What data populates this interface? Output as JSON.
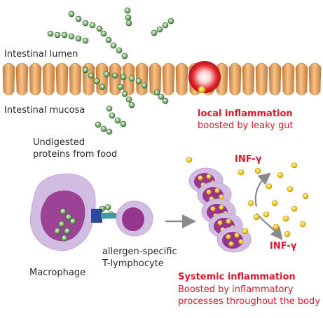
{
  "labels": {
    "lumen": "Intestinal lumen",
    "mucosa": "Intestinal mucosa",
    "local_title": "local inflammation",
    "local_sub": "boosted by leaky gut",
    "undigested_1": "Undigested",
    "undigested_2": "proteins from food",
    "inf_top": "INF-γ",
    "inf_bottom": "INF-γ",
    "macrophage": "Macrophage",
    "tcell_1": "allergen-specific",
    "tcell_2": "T-lymphocyte",
    "systemic_title": "Systemic inflammation",
    "systemic_sub_1": "Boosted by inflammatory",
    "systemic_sub_2": "processes throughout the body"
  },
  "colors": {
    "text": "#2b2b2b",
    "accent_red": "#d8192c",
    "villus": "#e7a25f",
    "protein_bead": "#2e6b2e",
    "cell_outer": "#cdb2de",
    "cell_nucleus": "#97358f",
    "cytokine": "#f2c518",
    "receptor": "#2b4a9c",
    "arrow": "#8a8a8a"
  }
}
